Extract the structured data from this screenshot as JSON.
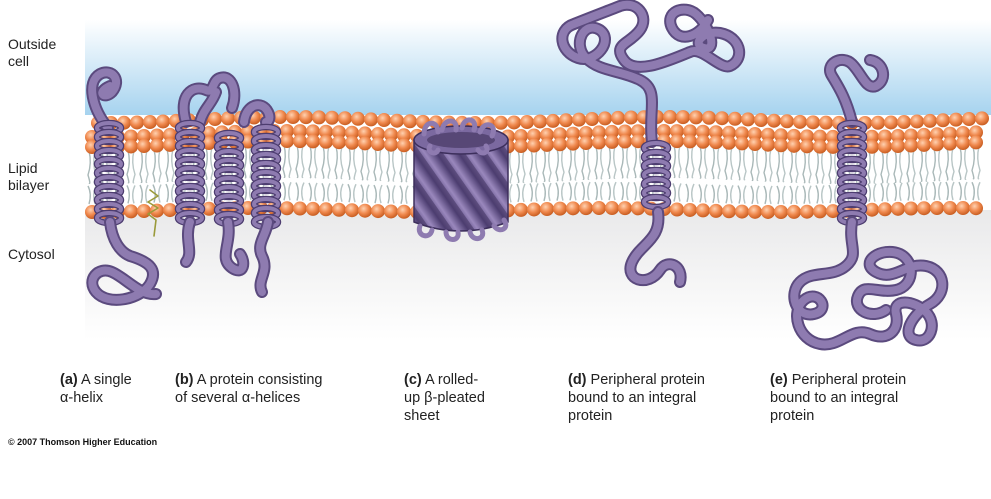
{
  "labels": {
    "outside": "Outside\ncell",
    "bilayer": "Lipid\nbilayer",
    "cytosol": "Cytosol"
  },
  "captions": [
    {
      "letter": "(a)",
      "text": " A single\nα-helix"
    },
    {
      "letter": "(b)",
      "text": " A protein consisting\nof several α-helices"
    },
    {
      "letter": "(c)",
      "text": " A rolled-\nup β-pleated\nsheet"
    },
    {
      "letter": "(d)",
      "text": " Peripheral protein\nbound to an integral\nprotein"
    },
    {
      "letter": "(e)",
      "text": " Peripheral protein\nbound to an integral\nprotein"
    }
  ],
  "credit": "© 2007 Thomson Higher Education",
  "colors": {
    "protein": "#8e7bb0",
    "protein_dark": "#5b4a7e",
    "lipid_head": "#f0894e",
    "lipid_tail": "#a9b8b8",
    "outside_top": "#ffffff",
    "outside_sky": "#a6d3ef"
  }
}
